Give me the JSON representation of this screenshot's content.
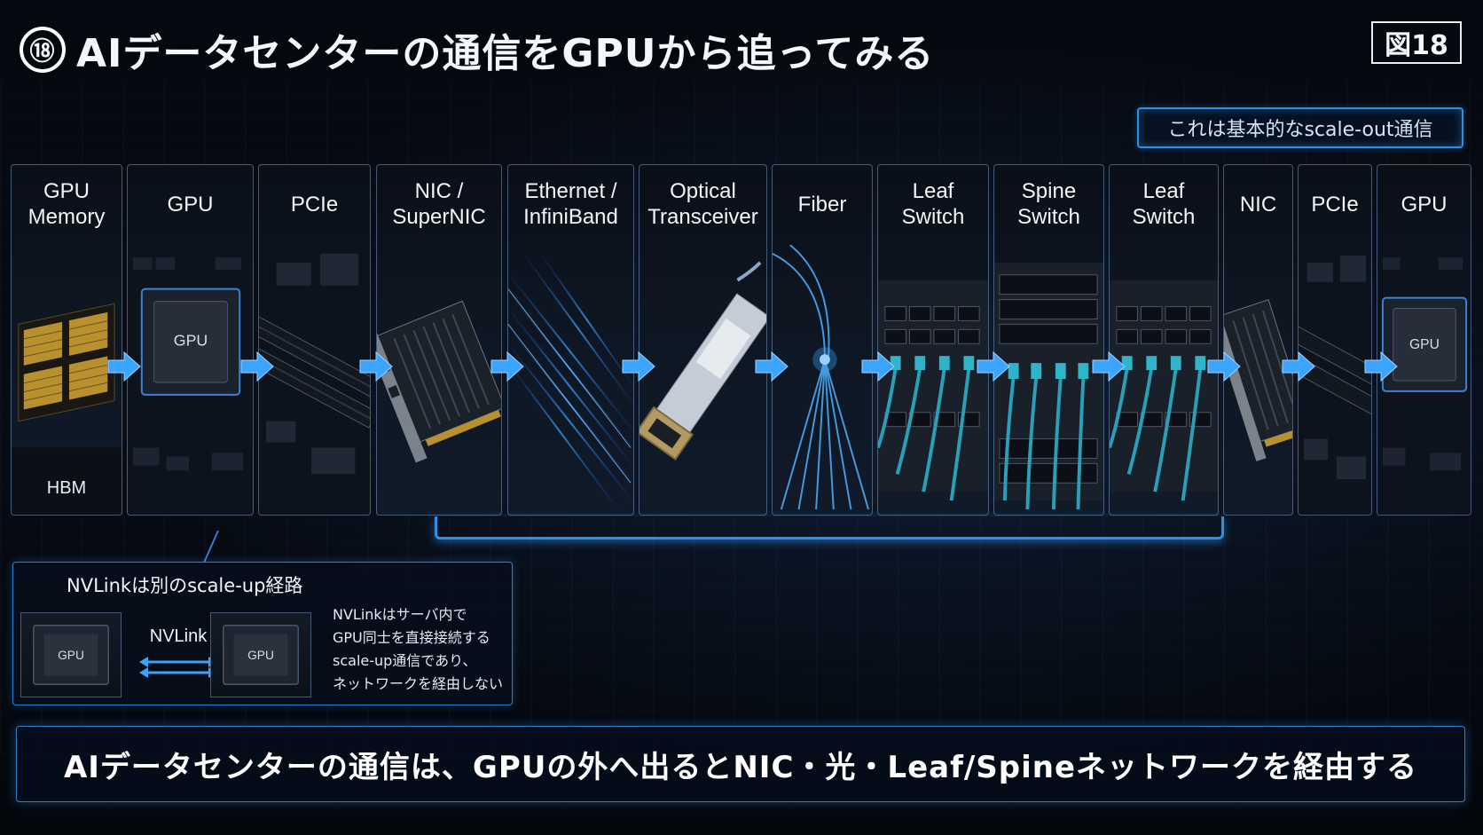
{
  "header": {
    "number": "⑱",
    "title": "AIデータセンターの通信をGPUから追ってみる",
    "figure_label": "図18"
  },
  "scaleout_tag": "これは基本的なscale-out通信",
  "pipeline": [
    {
      "label": "GPU\nMemory",
      "sub": "HBM",
      "icon": "hbm-memory-icon"
    },
    {
      "label": "GPU",
      "sub": "",
      "chip_text": "GPU",
      "icon": "gpu-chip-icon"
    },
    {
      "label": "PCIe",
      "sub": "",
      "icon": "pcie-slot-icon"
    },
    {
      "label": "NIC /\nSuperNIC",
      "sub": "",
      "icon": "nic-card-icon"
    },
    {
      "label": "Ethernet /\nInfiniBand",
      "sub": "",
      "icon": "light-streams-icon"
    },
    {
      "label": "Optical\nTransceiver",
      "sub": "",
      "icon": "optical-transceiver-icon"
    },
    {
      "label": "Fiber",
      "sub": "",
      "icon": "fiber-optic-icon"
    },
    {
      "label": "Leaf\nSwitch",
      "sub": "",
      "icon": "leaf-switch-icon"
    },
    {
      "label": "Spine\nSwitch",
      "sub": "",
      "icon": "spine-switch-icon"
    },
    {
      "label": "Leaf\nSwitch",
      "sub": "",
      "icon": "leaf-switch-icon"
    },
    {
      "label": "NIC",
      "sub": "",
      "icon": "nic-card-icon"
    },
    {
      "label": "PCIe",
      "sub": "",
      "icon": "pcie-slot-icon"
    },
    {
      "label": "GPU",
      "sub": "",
      "chip_text": "GPU",
      "icon": "gpu-chip-icon"
    }
  ],
  "nvlink": {
    "title": "NVLinkは別のscale-up経路",
    "link_label": "NVLink",
    "chip_text": "GPU",
    "description": [
      "NVLinkはサーバ内で",
      "GPU同士を直接接続する",
      "scale-up通信であり、",
      "ネットワークを経由しない"
    ]
  },
  "summary": "AIデータセンターの通信は、GPUの外へ出るとNIC・光・Leaf/Spineネットワークを経由する",
  "colors": {
    "accent": "#2f8ee6",
    "arrow": "#3aa4ff",
    "background": "#03060b",
    "text": "#f4f7fb"
  }
}
